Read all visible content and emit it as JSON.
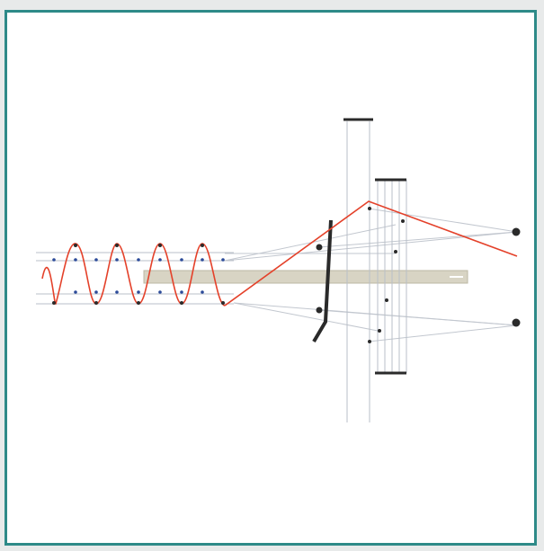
{
  "colors": {
    "frame_border": "#2e8a88",
    "background": "#ffffff",
    "beam": "#e4412a",
    "guide_lines": "#b9bfc8",
    "dots_blue": "#2b4a99",
    "dots_dark": "#222222",
    "bars": "#2a2a2a",
    "band": "#d8d4c4"
  },
  "diagram": {
    "description_free": true,
    "elements": [
      "sinusoidal-beam",
      "diagonal-beam",
      "horizontal-band",
      "angled-electrode",
      "vertical-guide-lines",
      "top-bars",
      "dot-grid-left",
      "dots-right"
    ]
  }
}
